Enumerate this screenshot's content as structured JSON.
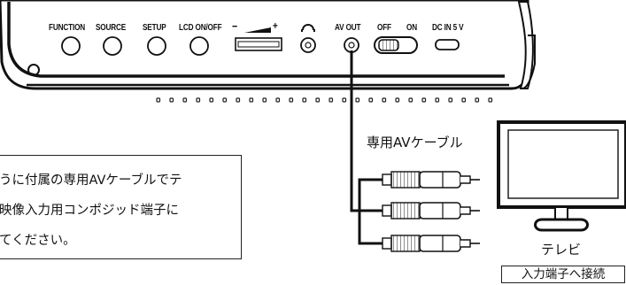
{
  "device_panel": {
    "labels": {
      "function": "FUNCTION",
      "source": "SOURCE",
      "setup": "SETUP",
      "lcd_onoff": "LCD ON/OFF",
      "volume": "−",
      "volume_plus": "+",
      "av_out": "AV OUT",
      "off": "OFF",
      "on": "ON",
      "dc_in": "DC IN 5 V"
    }
  },
  "note": {
    "lines": [
      "うに付属の専用AVケーブルでテ",
      "映像入力用コンポジッド端子に",
      "てください。"
    ]
  },
  "cable_label": "専用AVケーブル",
  "tv_label": "テレビ",
  "connect_label": "入力端子へ接続"
}
